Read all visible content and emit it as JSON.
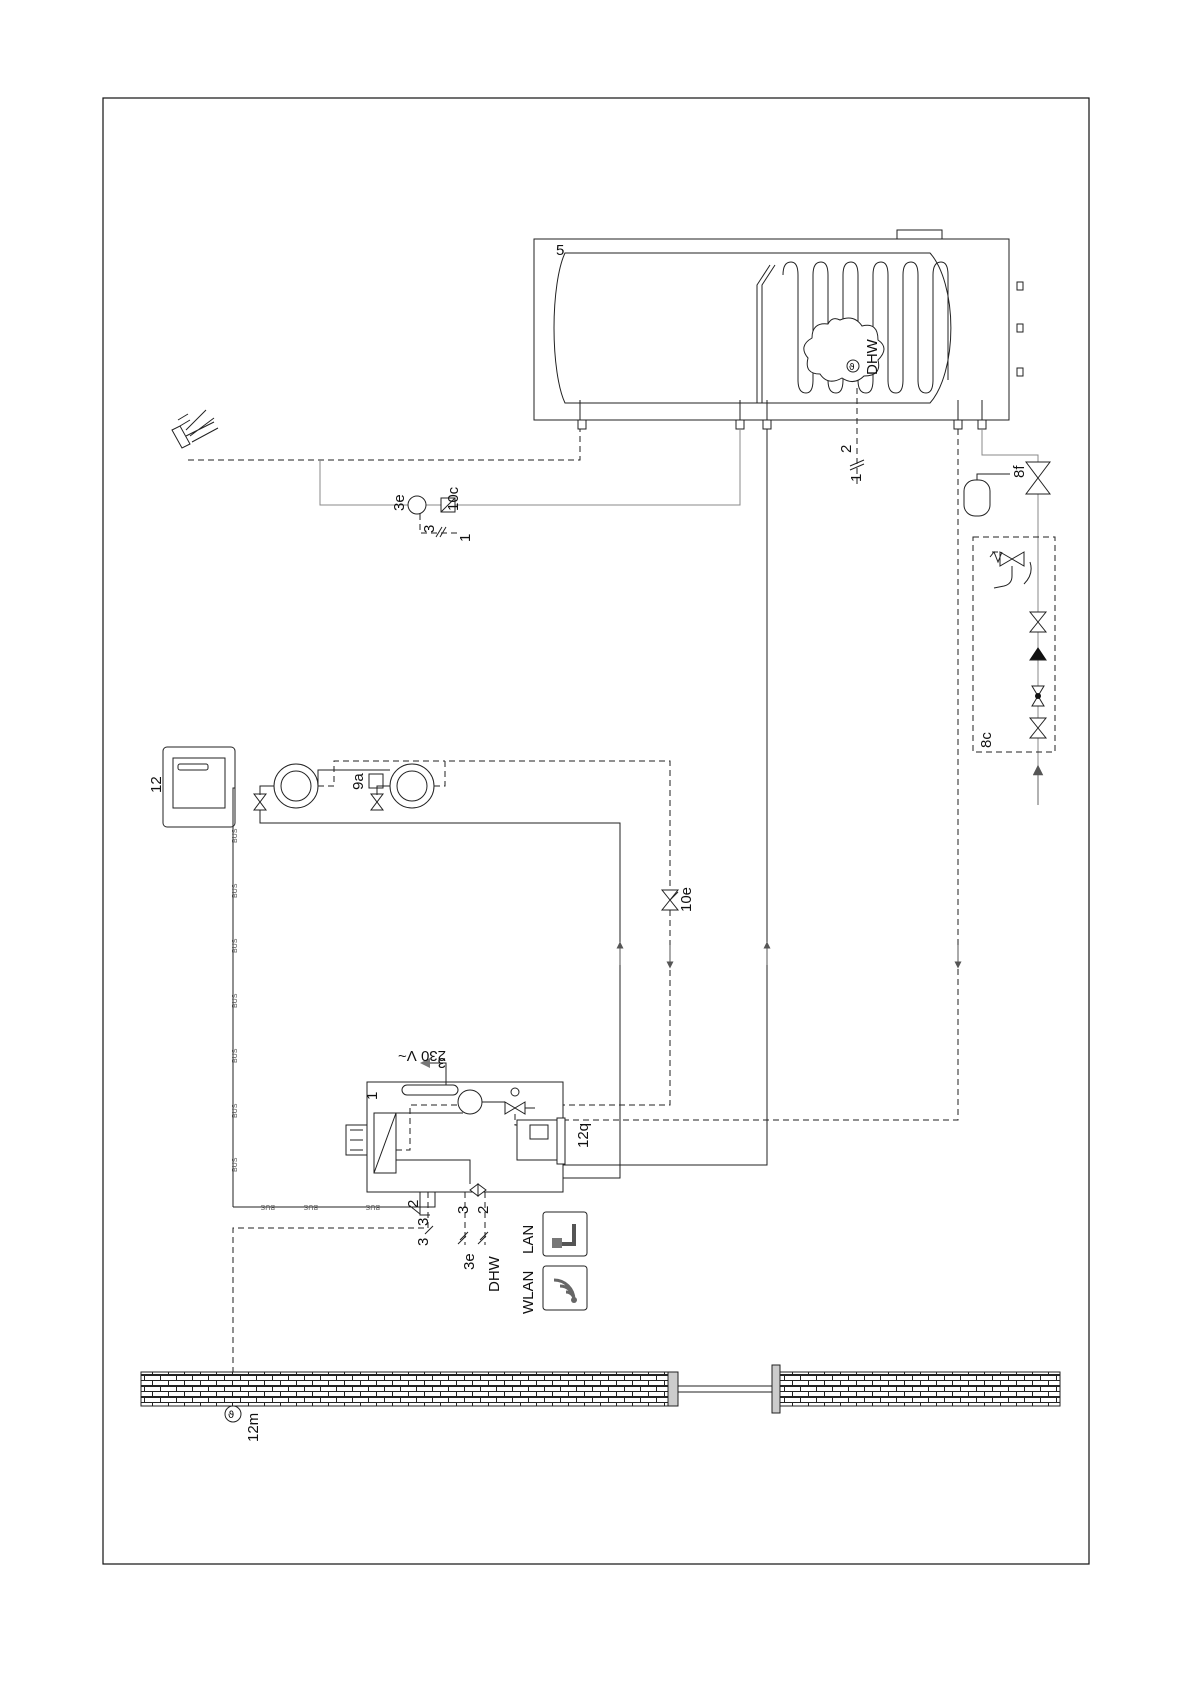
{
  "labels": {
    "tank": "5",
    "dhw_tank": "DHW",
    "tank_cable_a": "2",
    "tank_cable_b": "1",
    "circ_pump": "3e",
    "circ_cable": "3",
    "circ_cable_b": "1",
    "circ_timer": "10c",
    "exp_vessel": "8f",
    "safety_group": "8c",
    "controller": "12",
    "zone_valve": "9a",
    "bypass_valve": "10e",
    "supply_voltage": "230 V~",
    "supply_cable": "3",
    "heat_pump": "1",
    "hp_module": "12q",
    "bus_cable_2": "2",
    "bus_cable_3": "3",
    "bus_cable_3b": "3",
    "cable_3": "3",
    "cable_2": "2",
    "out_3e": "3e",
    "out_dhw": "DHW",
    "lan": "LAN",
    "wlan": "WLAN",
    "outdoor_sensor": "12m"
  },
  "bus_label": "BUS",
  "icons": {
    "thermostat": "theta-sensor-icon",
    "lan": "lan-plug-icon",
    "wlan": "wifi-icon",
    "shower": "shower-head-icon",
    "pump": "circulation-pump-icon"
  },
  "colors": {
    "line": "#222222",
    "supply_arrow": "#999999"
  }
}
